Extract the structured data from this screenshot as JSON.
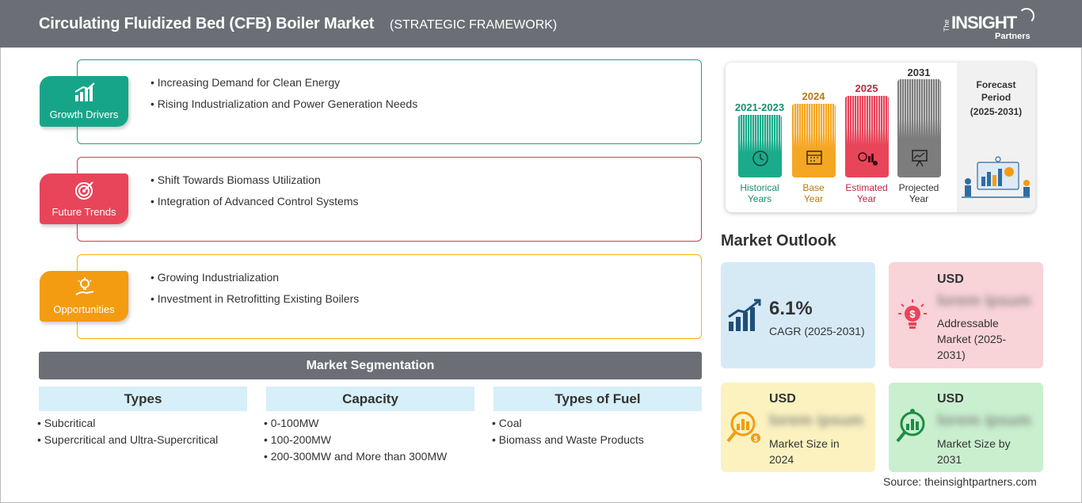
{
  "header": {
    "title": "Circulating Fluidized Bed (CFB) Boiler Market",
    "subtitle": "(STRATEGIC FRAMEWORK)",
    "logo": {
      "the": "The",
      "insight": "INSIGHT",
      "partners": "Partners"
    }
  },
  "framework": [
    {
      "label": "Growth Drivers",
      "color": "#17a589",
      "border": "#17a589",
      "icon": "growth-chart-icon",
      "items": [
        "Increasing Demand for Clean Energy",
        "Rising Industrialization and Power Generation Needs"
      ]
    },
    {
      "label": "Future Trends",
      "color": "#e8455a",
      "border": "#d43a4e",
      "icon": "target-icon",
      "items": [
        "Shift Towards Biomass Utilization",
        "Integration of Advanced Control Systems"
      ]
    },
    {
      "label": "Opportunities",
      "color": "#f39c12",
      "border": "#f4b400",
      "icon": "lightbulb-hand-icon",
      "items": [
        "Growing Industrialization",
        "Investment in Retrofitting Existing Boilers"
      ]
    }
  ],
  "segmentation": {
    "title": "Market Segmentation",
    "columns": [
      {
        "header": "Types",
        "items": [
          "Subcritical",
          "Supercritical and Ultra-Supercritical"
        ]
      },
      {
        "header": "Capacity",
        "items": [
          "0-100MW",
          "100-200MW",
          "200-300MW and More than 300MW"
        ]
      },
      {
        "header": "Types of Fuel",
        "items": [
          "Coal",
          "Biomass and Waste Products"
        ]
      }
    ]
  },
  "timeline": {
    "periods": [
      {
        "year": "2021-2023",
        "caption1": "Historical",
        "caption2": "Years",
        "color": "#1aab8a",
        "year_color": "#1a8f6f",
        "icon": "history-icon"
      },
      {
        "year": "2024",
        "caption1": "Base",
        "caption2": "Year",
        "color": "#f5a623",
        "year_color": "#b8790f",
        "icon": "calendar-icon"
      },
      {
        "year": "2025",
        "caption1": "Estimated",
        "caption2": "Year",
        "color": "#e8455a",
        "year_color": "#c0283f",
        "icon": "gear-chart-icon"
      },
      {
        "year": "2031",
        "caption1": "Projected",
        "caption2": "Year",
        "color": "#7d7d7d",
        "year_color": "#333333",
        "icon": "presentation-icon"
      }
    ],
    "forecast": {
      "line1": "Forecast",
      "line2": "Period",
      "line3": "(2025-2031)"
    }
  },
  "outlook": {
    "title": "Market Outlook",
    "cagr": {
      "value": "6.1%",
      "label": "CAGR (2025-2031)",
      "bg": "#d6eaf6"
    },
    "addressable": {
      "usd": "USD",
      "value": "lorem ipsum",
      "label_line1": "Addressable",
      "label_line2": "Market (2025-",
      "label_line3": "2031)",
      "bg": "#f8d3d8"
    },
    "size2024": {
      "usd": "USD",
      "value": "lorem ipsum",
      "label_line1": "Market Size in",
      "label_line2": "2024",
      "bg": "#fbf2c0"
    },
    "size2031": {
      "usd": "USD",
      "value": "lorem ipsum",
      "label_line1": "Market Size by",
      "label_line2": "2031",
      "bg": "#c9efcf"
    }
  },
  "source": "Source: theinsightpartners.com"
}
